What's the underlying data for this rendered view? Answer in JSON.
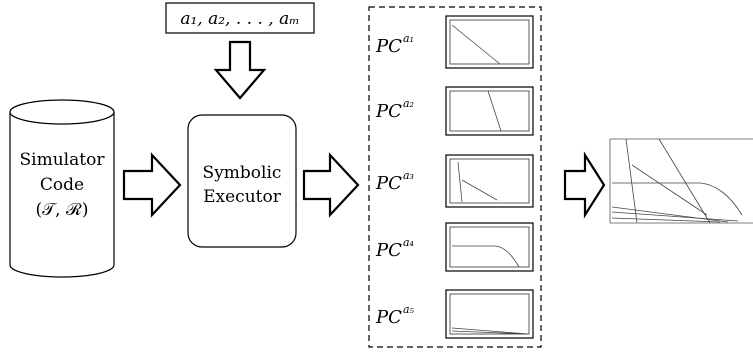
{
  "input": {
    "params_text": "a₁, a₂, . . . , aₘ"
  },
  "simulator": {
    "line1": "Simulator",
    "line2": "Code",
    "line3": "(𝒯, ℛ)"
  },
  "executor": {
    "line1": "Symbolic",
    "line2": "Executor"
  },
  "path_conditions": [
    {
      "label": "PC",
      "sup": "a₁"
    },
    {
      "label": "PC",
      "sup": "a₂"
    },
    {
      "label": "PC",
      "sup": "a₃"
    },
    {
      "label": "PC",
      "sup": "a₄"
    },
    {
      "label": "PC",
      "sup": "a₅"
    }
  ]
}
